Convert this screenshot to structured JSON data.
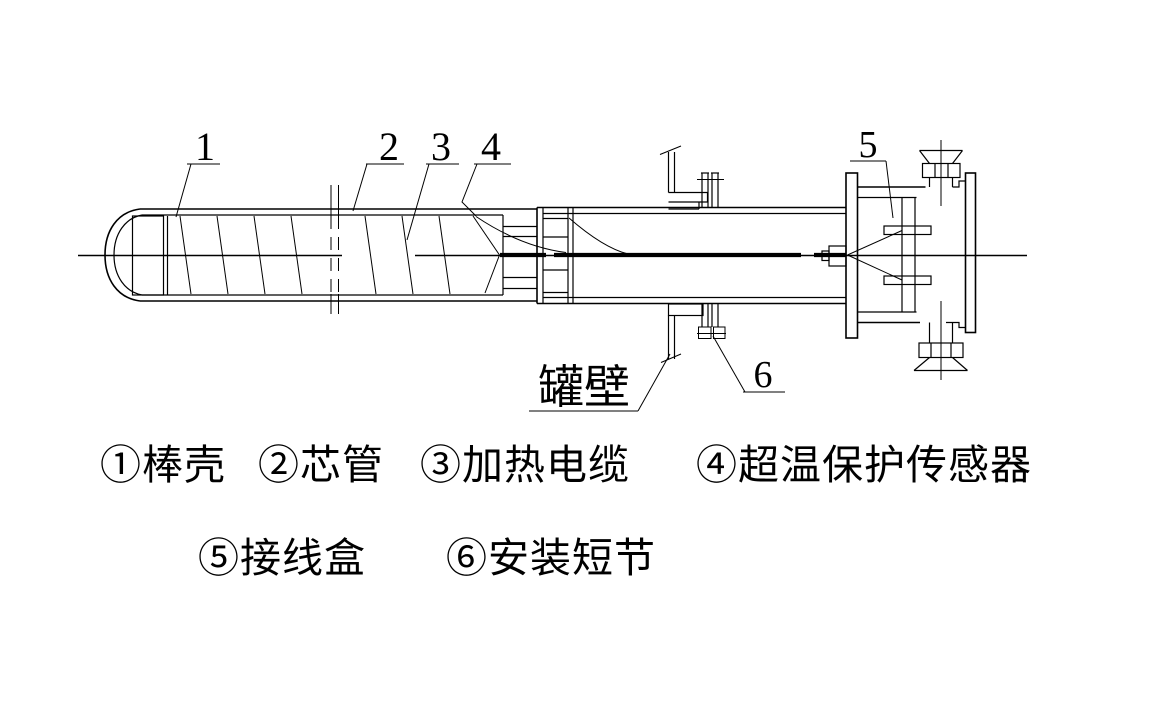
{
  "colors": {
    "centerline": "#e60000",
    "line": "#000000",
    "background": "#ffffff"
  },
  "drawing": {
    "callouts": [
      "1",
      "2",
      "3",
      "4",
      "5",
      "6"
    ],
    "tank_wall_label": "罐壁"
  },
  "legend": {
    "row1": [
      "①棒壳",
      "②芯管",
      "③加热电缆",
      "④超温保护传感器"
    ],
    "row2": [
      "⑤接线盒",
      "⑥安装短节"
    ]
  }
}
